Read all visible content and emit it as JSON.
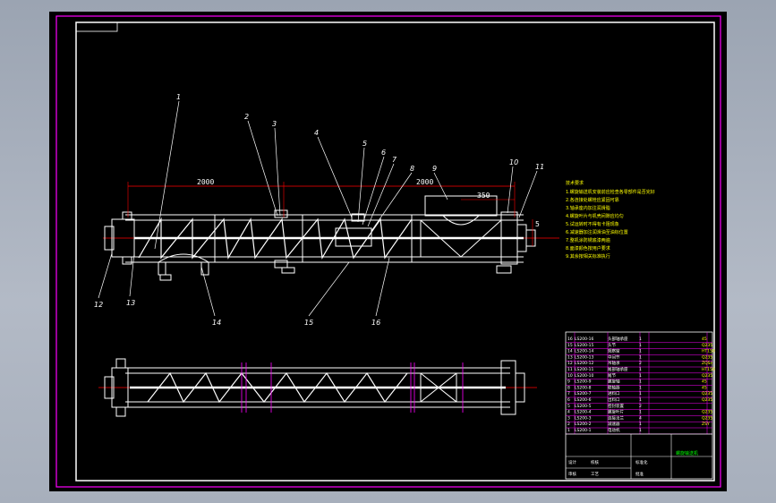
{
  "dimensions": {
    "seg1": "2000",
    "seg2": "2000",
    "end": "350",
    "side": "5"
  },
  "callouts": [
    "1",
    "2",
    "3",
    "4",
    "5",
    "6",
    "7",
    "8",
    "9",
    "10",
    "11",
    "12",
    "13",
    "14",
    "15",
    "16"
  ],
  "notes": [
    "技术要求",
    "1.螺旋输送机安装前应检查各零部件是否完好",
    "2.各连接处螺栓应紧固可靠",
    "3.轴承座内加注润滑脂",
    "4.螺旋叶片与机壳间隙应均匀",
    "5.试运转时不得有卡阻现象",
    "6.减速器加注润滑油至油标位置",
    "7.整机涂防锈底漆两遍",
    "8.面漆颜色按用户要求",
    "9.其余按相关标准执行"
  ],
  "parts_table": {
    "rows": [
      [
        "16",
        "LS200-16",
        "头部轴承座",
        "1",
        "45"
      ],
      [
        "15",
        "LS200-15",
        "头节",
        "1",
        "Q235"
      ],
      [
        "14",
        "LS200-14",
        "观察窗",
        "1",
        "HT150"
      ],
      [
        "13",
        "LS200-13",
        "中间节",
        "1",
        "Q235"
      ],
      [
        "12",
        "LS200-12",
        "吊轴承",
        "2",
        "ZQSn"
      ],
      [
        "11",
        "LS200-11",
        "尾部轴承座",
        "1",
        "HT150"
      ],
      [
        "10",
        "LS200-10",
        "尾节",
        "1",
        "Q235"
      ],
      [
        "9",
        "LS200-9",
        "螺旋轴",
        "1",
        "45"
      ],
      [
        "8",
        "LS200-8",
        "联轴器",
        "1",
        "45"
      ],
      [
        "7",
        "LS200-7",
        "进料口",
        "1",
        "Q235"
      ],
      [
        "6",
        "LS200-6",
        "出料口",
        "1",
        "Q235"
      ],
      [
        "5",
        "LS200-5",
        "密封装置",
        "2",
        ""
      ],
      [
        "4",
        "LS200-4",
        "螺旋叶片",
        "1",
        "Q235"
      ],
      [
        "3",
        "LS200-3",
        "连接法兰",
        "4",
        "Q235"
      ],
      [
        "2",
        "LS200-2",
        "减速器",
        "1",
        "ZSY"
      ],
      [
        "1",
        "LS200-1",
        "电动机",
        "1",
        ""
      ]
    ],
    "title": "螺旋输送机",
    "footer": [
      "设计",
      "校核",
      "审核",
      "工艺",
      "标准化",
      "批准"
    ]
  },
  "colors": {
    "frame": "#ff00ff",
    "lines": "#ffffff",
    "dims": "#ff0000",
    "notes": "#ffff00",
    "table_text": "#ffffff",
    "title_text": "#00ff00"
  }
}
